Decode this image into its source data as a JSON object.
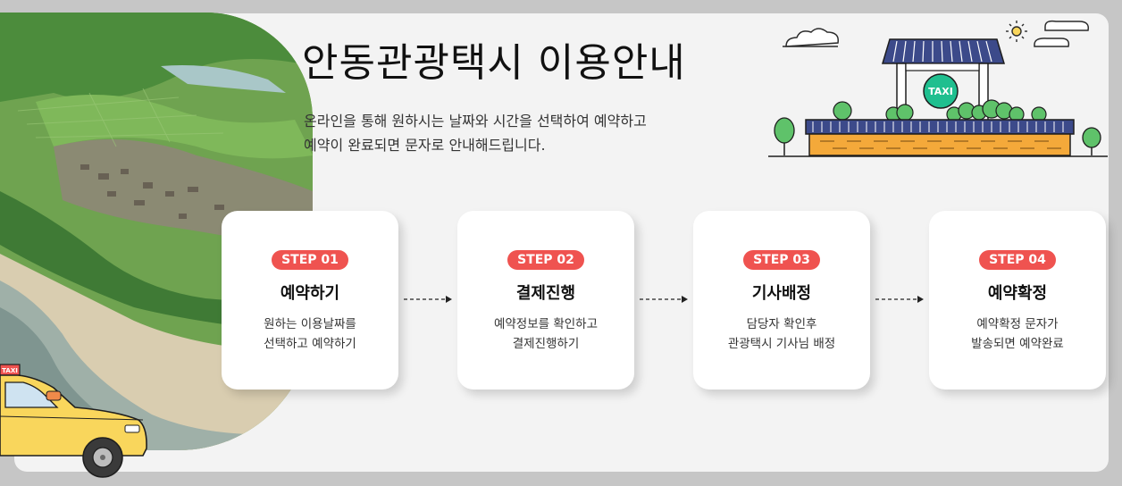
{
  "header": {
    "title": "안동관광택시 이용안내",
    "description_line1": "온라인을 통해 원하시는 날짜와 시간을 선택하여 예약하고",
    "description_line2": "예약이 완료되면 문자로 안내해드립니다."
  },
  "illustration": {
    "sign_text": "TAXI",
    "car_sign_text": "TAXI"
  },
  "steps": [
    {
      "badge": "STEP 01",
      "title": "예약하기",
      "line1": "원하는 이용날짜를",
      "line2": "선택하고 예약하기"
    },
    {
      "badge": "STEP 02",
      "title": "결제진행",
      "line1": "예약정보를 확인하고",
      "line2": "결제진행하기"
    },
    {
      "badge": "STEP 03",
      "title": "기사배정",
      "line1": "담당자 확인후",
      "line2": "관광택시 기사님 배정"
    },
    {
      "badge": "STEP 04",
      "title": "예약확정",
      "line1": "예약확정 문자가",
      "line2": "발송되면 예약완료"
    }
  ],
  "colors": {
    "badge": "#ef5350",
    "panel": "#f3f3f3",
    "background": "#c6c6c6",
    "taxi": "#f9d65c",
    "roof": "#3c4a8a",
    "wall": "#f4a93a",
    "sign": "#1fbf8f"
  }
}
